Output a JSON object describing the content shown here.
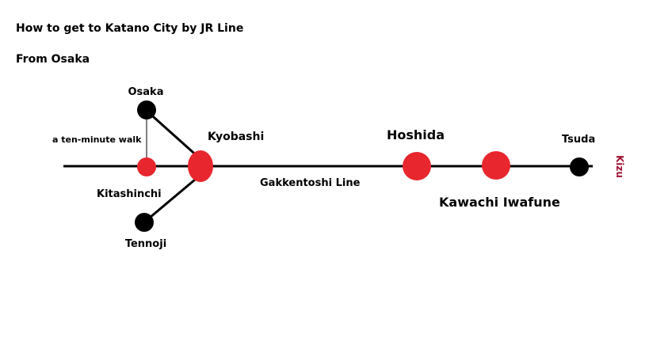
{
  "header": {
    "title": "How to get to Katano City by JR Line",
    "subtitle": "From Osaka"
  },
  "map": {
    "line_color": "#000000",
    "major_station_color": "#e8262d",
    "terminal_station_color": "#000000",
    "stations": {
      "osaka": "Osaka",
      "kitashinchi": "Kitashinchi",
      "tennoji": "Tennoji",
      "kyobashi": "Kyobashi",
      "hoshida": "Hoshida",
      "kawachi_iwafune": "Kawachi Iwafune",
      "tsuda": "Tsuda",
      "kizu": "Kizu"
    },
    "line_name": "Gakkentoshi Line",
    "walk_note": "a ten-minute walk"
  }
}
